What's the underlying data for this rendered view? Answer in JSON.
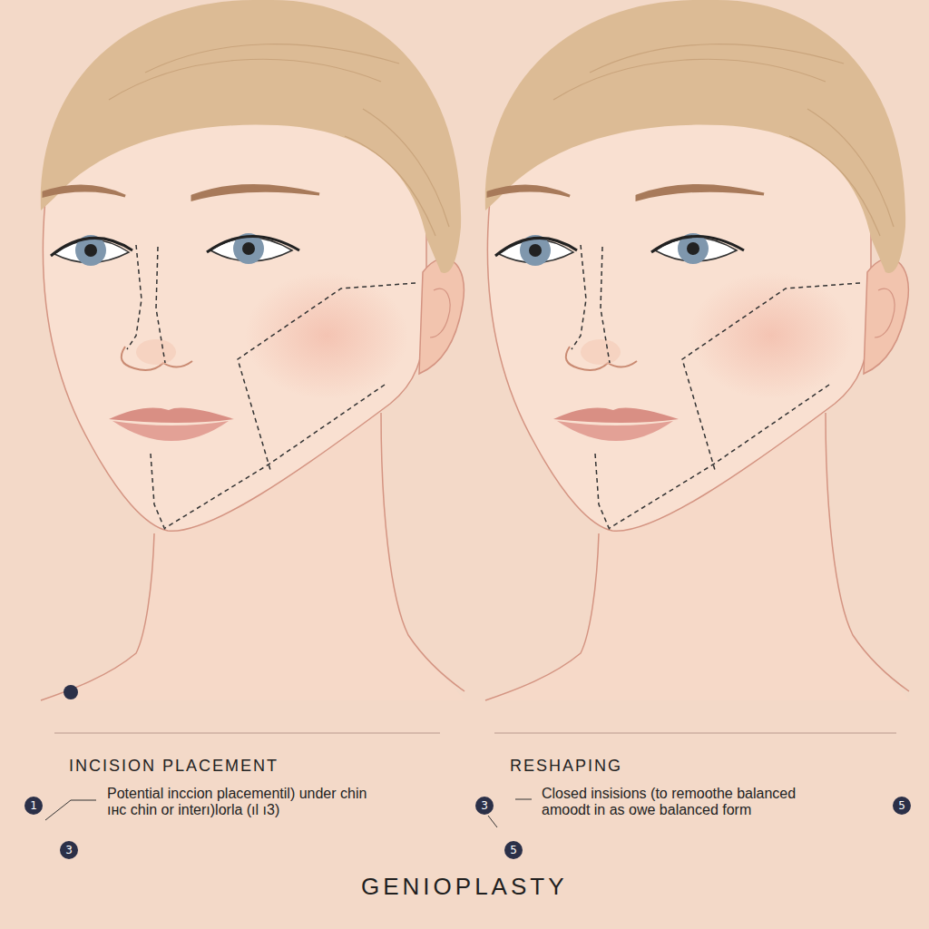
{
  "diagram": {
    "title": "GENIOPLASTY",
    "labels": [
      "INCISION PLACEMENT",
      "Potential inccion placementil) under chin",
      "ıнc chin or interı)lorla (ıl ı3)",
      "1",
      "3",
      "RESHAPING",
      "Closed insisions (to remoothe balanced",
      "amoodt in as owe balanced form",
      "3",
      "5",
      "5"
    ]
  }
}
